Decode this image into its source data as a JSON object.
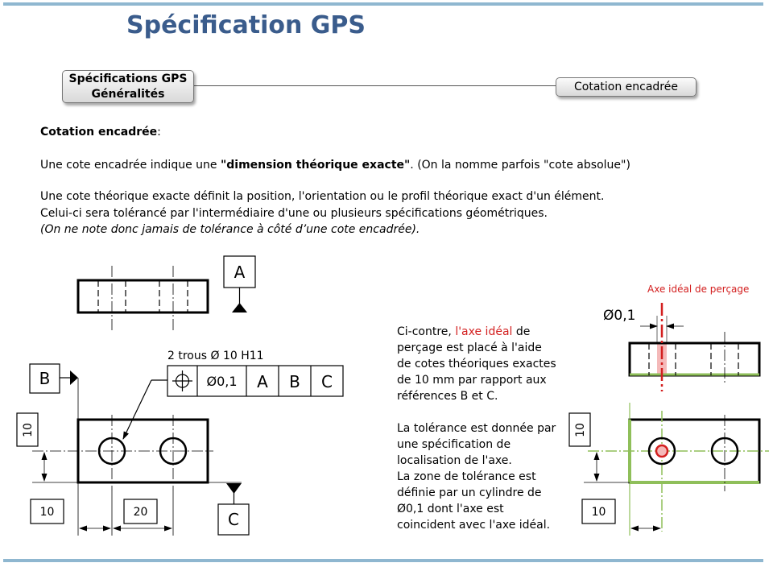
{
  "title": "Spécification GPS",
  "breadcrumb": {
    "parent_line1": "Spécifications GPS",
    "parent_line2": "Généralités",
    "current": "Cotation encadrée"
  },
  "section_heading": "Cotation encadrée",
  "section_heading_suffix": ":",
  "para1": {
    "before": "Une cote encadrée indique une ",
    "bold": "\"dimension théorique exacte\"",
    "after": ". (On la nomme parfois \"cote absolue\")"
  },
  "para2_line1": "Une cote théorique exacte définit la position, l'orientation ou le profil théorique exact d'un élément.",
  "para2_line2": "Celui-ci sera tolérancé par l'intermédiaire d'une ou plusieurs spécifications géométriques.",
  "para2_line3": "(On ne note donc jamais de tolérance à côté d’une cote encadrée).",
  "side_text": {
    "p1_before": "Ci-contre, ",
    "p1_red": "l'axe idéal",
    "p1_after": " de perçage est placé à l'aide de cotes théoriques exactes de 10 mm par rapport aux références B et C.",
    "p2": "La tolérance est donnée par une spécification de localisation de l'axe.",
    "p3": "La zone de tolérance est définie par un cylindre de Ø0,1 dont l'axe est coincident avec l'axe idéal."
  },
  "left_drawing": {
    "datum_a": "A",
    "datum_b": "B",
    "datum_c": "C",
    "hole_note": "2 trous Ø 10 H11",
    "frame_tolerance": "Ø0,1",
    "frame_ref1": "A",
    "frame_ref2": "B",
    "frame_ref3": "C",
    "dim_vertical": "10",
    "dim_horizontal_1": "10",
    "dim_horizontal_2": "20"
  },
  "right_drawing": {
    "ideal_axis_label": "Axe idéal de perçage",
    "tolerance_label": "Ø0,1",
    "dim_vertical": "10",
    "dim_horizontal": "10"
  },
  "colors": {
    "title": "#3a5c8c",
    "accent_red": "#d31f1f",
    "datum_green": "#8fbf5a",
    "zone_pink": "#f4b9b9",
    "bar_blue": "#8fb7d0"
  }
}
